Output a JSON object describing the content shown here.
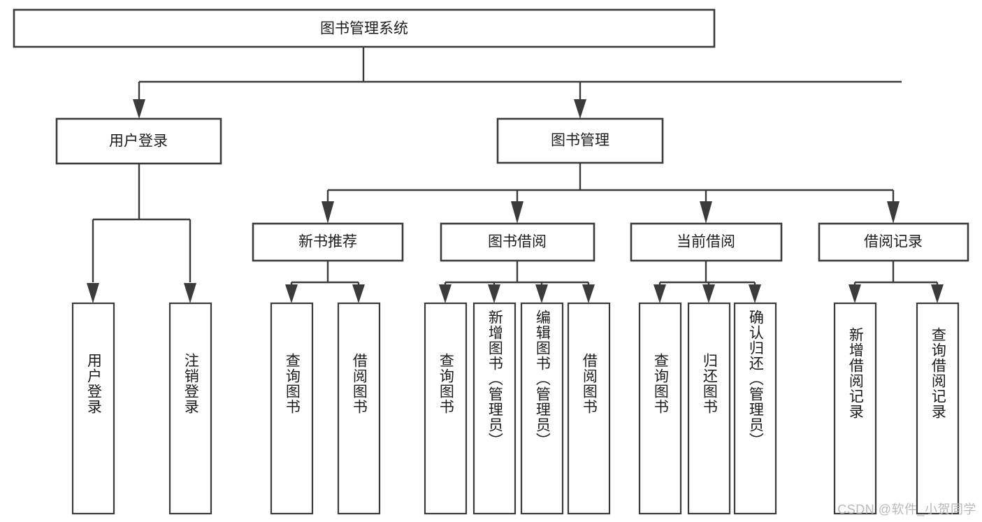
{
  "diagram": {
    "type": "tree-hierarchy-chart",
    "title": "图书管理系统",
    "orientation": "top-down",
    "colors": {
      "box_stroke": "#3b3b3b",
      "box_fill": "#ffffff",
      "connector": "#3b3b3b",
      "text": "#1c1c1c",
      "watermark": "#b9b9b9"
    },
    "root": {
      "label": "图书管理系统",
      "name": "node-root-library-management-system"
    },
    "level2": [
      {
        "label": "用户登录",
        "name": "node-user-login"
      },
      {
        "label": "图书管理",
        "name": "node-book-management"
      }
    ],
    "level3": [
      {
        "label": "新书推荐",
        "name": "node-new-book-recommendation"
      },
      {
        "label": "图书借阅",
        "name": "node-book-borrowing"
      },
      {
        "label": "当前借阅",
        "name": "node-current-borrowing"
      },
      {
        "label": "借阅记录",
        "name": "node-borrowing-records"
      }
    ],
    "leaves": {
      "user_login": [
        {
          "label": "用户登录",
          "name": "leaf-user-login"
        },
        {
          "label": "注销登录",
          "name": "leaf-logout"
        }
      ],
      "new_book_recommendation": [
        {
          "label": "查询图书",
          "name": "leaf-query-books-1"
        },
        {
          "label": "借阅图书",
          "name": "leaf-borrow-books-1"
        }
      ],
      "book_borrowing": [
        {
          "label": "查询图书",
          "name": "leaf-query-books-2"
        },
        {
          "label": "新增图书（管理员）",
          "name": "leaf-add-book-admin"
        },
        {
          "label": "编辑图书（管理员）",
          "name": "leaf-edit-book-admin"
        },
        {
          "label": "借阅图书",
          "name": "leaf-borrow-books-2"
        }
      ],
      "current_borrowing": [
        {
          "label": "查询图书",
          "name": "leaf-query-books-3"
        },
        {
          "label": "归还图书",
          "name": "leaf-return-book"
        },
        {
          "label": "确认归还（管理员）",
          "name": "leaf-confirm-return-admin"
        }
      ],
      "borrowing_records": [
        {
          "label": "新增借阅记录",
          "name": "leaf-add-borrow-record"
        },
        {
          "label": "查询借阅记录",
          "name": "leaf-query-borrow-record"
        }
      ]
    }
  },
  "watermark": {
    "text": "CSDN @软件_小贺同学"
  }
}
